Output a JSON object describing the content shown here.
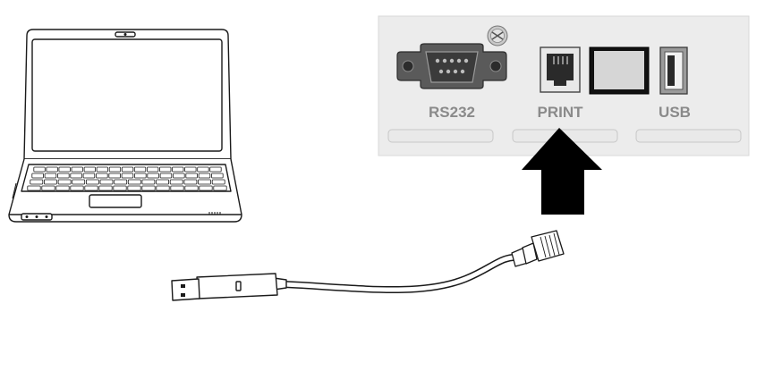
{
  "ports": {
    "rs232_label": "RS232",
    "print_label": "PRINT",
    "usb_label": "USB"
  },
  "colors": {
    "panel": "#ececec",
    "line": "#1a1a1a",
    "arrow": "#000000",
    "label": "#8a8a8a"
  },
  "icons": [
    "laptop-icon",
    "db9-serial-port-icon",
    "rj-jack-icon",
    "usb-port-icon",
    "screw-icon",
    "up-arrow-icon",
    "usb-cable-icon",
    "rj-plug-icon"
  ]
}
